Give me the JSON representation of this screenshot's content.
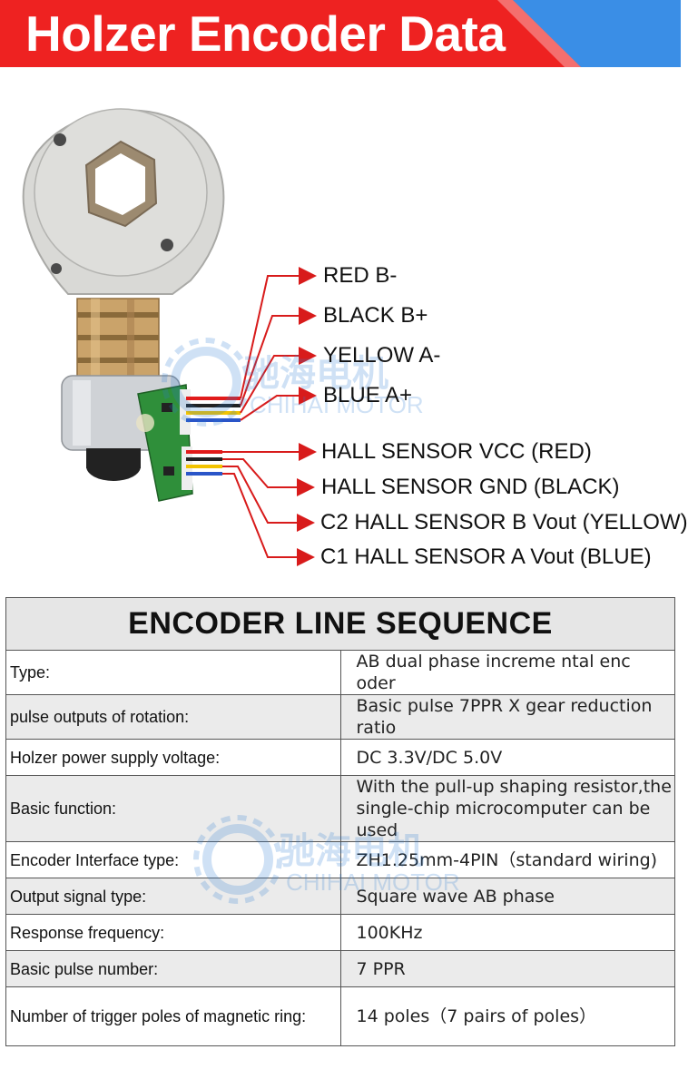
{
  "header": {
    "title": "Holzer Encoder Data"
  },
  "wires": [
    {
      "label": "RED B-",
      "color": "#d81b1b"
    },
    {
      "label": "BLACK B+",
      "color": "#d81b1b"
    },
    {
      "label": "YELLOW A-",
      "color": "#d81b1b"
    },
    {
      "label": "BLUE A+",
      "color": "#d81b1b"
    },
    {
      "label": "HALL SENSOR VCC  (RED)",
      "color": "#d81b1b"
    },
    {
      "label": "HALL SENSOR GND  (BLACK)",
      "color": "#d81b1b"
    },
    {
      "label": "C2 HALL SENSOR B Vout  (YELLOW)",
      "color": "#d81b1b"
    },
    {
      "label": "C1 HALL SENSOR A Vout  (BLUE)",
      "color": "#d81b1b"
    }
  ],
  "watermark": {
    "cn": "驰海电机",
    "en": "CHIHAI MOTOR",
    "registered": "®"
  },
  "table": {
    "title": "ENCODER LINE SEQUENCE",
    "rows": [
      {
        "key": "Type:",
        "value": "AB dual phase increme ntal enc oder"
      },
      {
        "key": "pulse outputs of rotation:",
        "value": "Basic pulse 7PPR X gear reduction ratio"
      },
      {
        "key": "Holzer power supply voltage:",
        "value": "DC 3.3V/DC 5.0V"
      },
      {
        "key": "Basic function:",
        "value": "With the pull-up shaping resistor,the single-chip microcomputer can be used"
      },
      {
        "key": "Encoder Interface type:",
        "value": "ZH1.25mm-4PIN（standard wiring)"
      },
      {
        "key": "Output signal type:",
        "value": "Square wave AB phase"
      },
      {
        "key": "Response frequency:",
        "value": "100KHz"
      },
      {
        "key": "Basic pulse number:",
        "value": "7 PPR"
      },
      {
        "key": "Number of trigger poles of magnetic ring:",
        "value": "14 poles（7 pairs of poles）"
      }
    ]
  },
  "colors": {
    "header_bg": "#ee2221",
    "header_accent": "#3a8ee6",
    "arrow": "#d81b1b",
    "table_shade": "#ebebeb"
  }
}
